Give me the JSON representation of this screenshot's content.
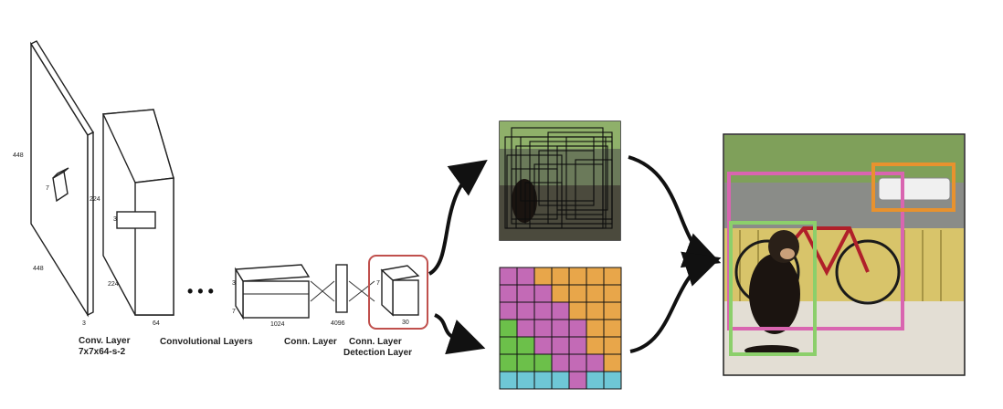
{
  "network": {
    "layer1": {
      "dim_h": "448",
      "dim_w": "448",
      "dim_d": "3",
      "kernel": "7",
      "label_line1": "Conv. Layer",
      "label_line2": "7x7x64-s-2"
    },
    "layer2": {
      "dim_h": "224",
      "dim_w": "224",
      "dim_d": "64",
      "kernel": "3",
      "label": "Convolutional Layers"
    },
    "layer3": {
      "dim_h": "7",
      "dim_d": "1024",
      "kernel": "3",
      "label": "Conn. Layer"
    },
    "layer4": {
      "dim": "4096"
    },
    "layer5": {
      "dim_h": "7",
      "dim_d": "30",
      "label_line1": "Conn. Layer",
      "label_line2": "Detection Layer"
    },
    "ellipsis": "• • •"
  },
  "colors": {
    "detection_highlight": "#c0504d",
    "class_magenta": "#c36ab6",
    "class_orange": "#e8a64a",
    "class_green": "#6cc04a",
    "class_cyan": "#6ec7d6",
    "box_pink": "#d965b0",
    "box_orange": "#e8922e",
    "box_green": "#8ccf6b"
  },
  "class_map": {
    "rows": [
      [
        "m",
        "m",
        "o",
        "o",
        "o",
        "o",
        "o"
      ],
      [
        "m",
        "m",
        "m",
        "o",
        "o",
        "o",
        "o"
      ],
      [
        "m",
        "m",
        "m",
        "m",
        "o",
        "o",
        "o"
      ],
      [
        "g",
        "m",
        "m",
        "m",
        "m",
        "o",
        "o"
      ],
      [
        "g",
        "g",
        "m",
        "m",
        "m",
        "o",
        "o"
      ],
      [
        "g",
        "g",
        "g",
        "m",
        "m",
        "m",
        "o"
      ],
      [
        "c",
        "c",
        "c",
        "c",
        "m",
        "c",
        "c"
      ]
    ]
  }
}
